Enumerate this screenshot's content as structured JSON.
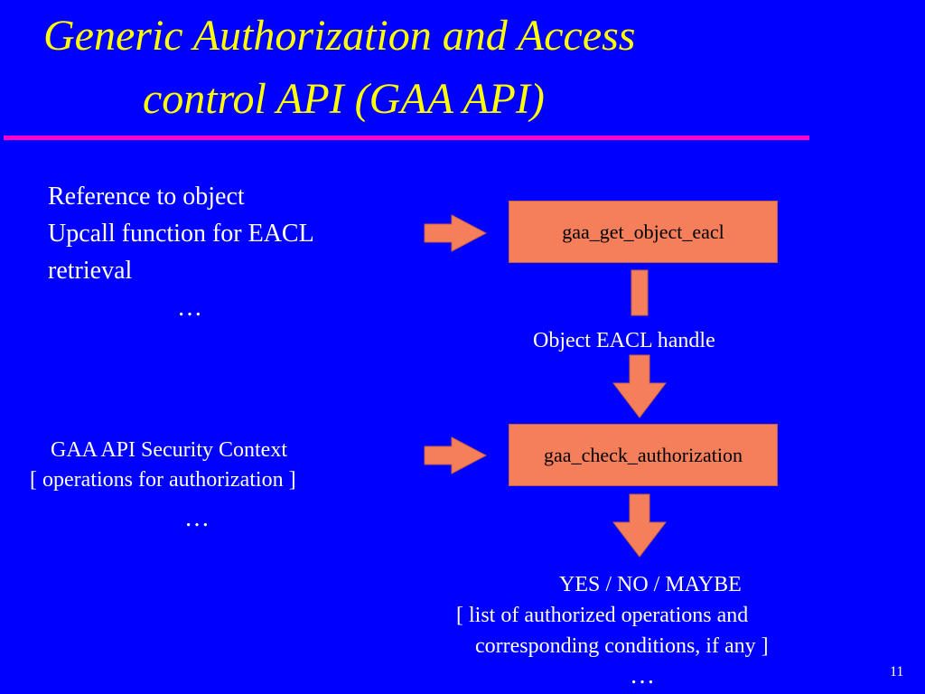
{
  "slide": {
    "title_line1": "Generic Authorization and Access",
    "title_line2": "control API (GAA API)",
    "page_number": "11"
  },
  "inputs_top": {
    "line1": "Reference to object",
    "line2": "Upcall function for EACL",
    "line3": "retrieval",
    "ellipsis": "…"
  },
  "inputs_bottom": {
    "line1": "GAA API Security Context",
    "line2": "[  operations for authorization  ]",
    "ellipsis": "…"
  },
  "boxes": {
    "get_object_eacl": "gaa_get_object_eacl",
    "check_authorization": "gaa_check_authorization"
  },
  "handle_label": "Object EACL handle",
  "result": {
    "line1": "YES / NO /  MAYBE",
    "line2": "[  list of authorized operations and",
    "line3": "corresponding conditions, if any   ]",
    "ellipsis": "…"
  },
  "colors": {
    "background": "#0000ff",
    "title": "#ffff00",
    "rule": "#ff00cc",
    "shape_fill": "#f47f5a",
    "text": "#ffffff"
  }
}
